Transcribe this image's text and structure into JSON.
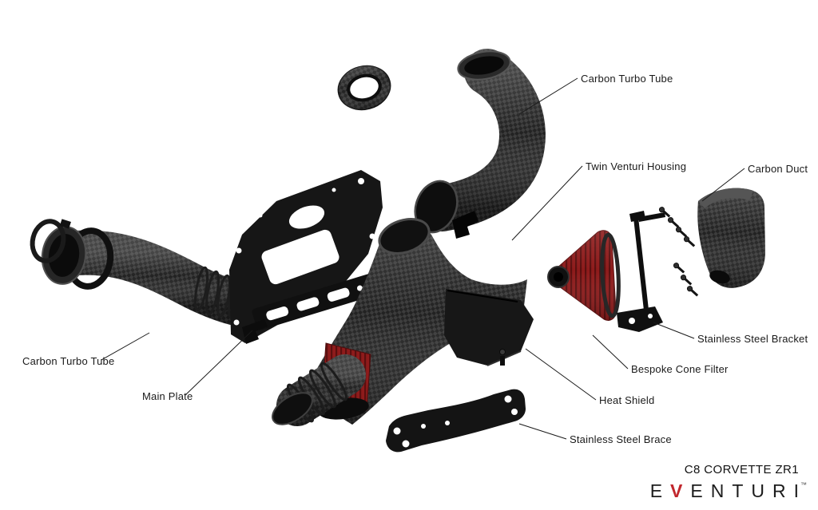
{
  "diagram": {
    "labels": {
      "carbon_turbo_tube_right": "Carbon Turbo Tube",
      "twin_venturi_housing": "Twin Venturi Housing",
      "carbon_duct": "Carbon Duct",
      "stainless_steel_bracket": "Stainless Steel Bracket",
      "bespoke_cone_filter": "Bespoke Cone Filter",
      "heat_shield": "Heat Shield",
      "stainless_steel_brace": "Stainless Steel Brace",
      "carbon_turbo_tube_left": "Carbon Turbo Tube",
      "main_plate": "Main Plate"
    },
    "footer": {
      "model": "C8 CORVETTE ZR1",
      "brand_e": "E",
      "brand_v": "V",
      "brand_rest": "ENTURI",
      "trademark": "™"
    },
    "colors": {
      "carbon_dark": "#2e2e2e",
      "filter_red": "#8e1b1b",
      "brand_red": "#c1272d"
    }
  }
}
